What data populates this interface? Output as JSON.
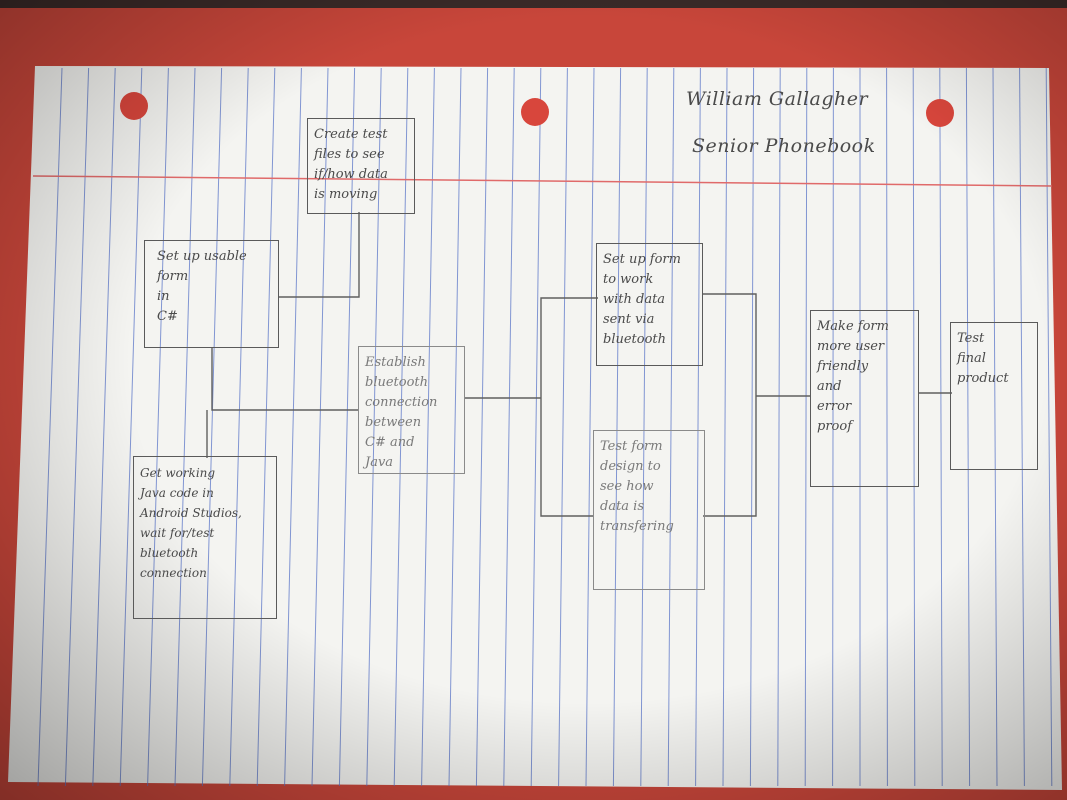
{
  "header": {
    "author": "William Gallagher",
    "project": "Senior Phonebook"
  },
  "nodes": [
    {
      "id": "setup-form",
      "text": "Set up usable\nform\nin\nC#"
    },
    {
      "id": "create-test-files",
      "text": "Create test\nfiles to see\nif/how data\nis moving"
    },
    {
      "id": "establish-bluetooth",
      "text": "Establish\nbluetooth\nconnection\nbetween\nC# and\nJava"
    },
    {
      "id": "get-java-code",
      "text": "Get working\nJava code in\nAndroid Studios,\nwait for/test\nbluetooth\nconnection"
    },
    {
      "id": "form-with-data",
      "text": "Set up form\nto work\nwith data\nsent via\nbluetooth"
    },
    {
      "id": "test-form-design",
      "text": "Test form\ndesign to\nsee how\ndata is\ntransfering"
    },
    {
      "id": "user-friendly",
      "text": "Make form\nmore user\nfriendly\nand\nerror\nproof"
    },
    {
      "id": "test-final",
      "text": "Test\nfinal\nproduct"
    }
  ],
  "colors": {
    "background": "#c8463a",
    "paper": "#f4f4f1",
    "rule_line": "#5b76c8",
    "margin_line": "#e06a6a",
    "ink": "#4a4a4a"
  }
}
